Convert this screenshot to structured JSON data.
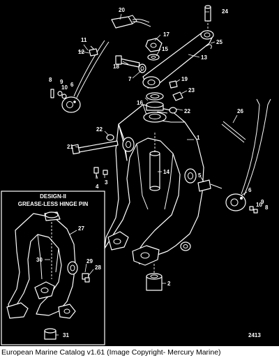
{
  "diagram": {
    "inset_title_line1": "DESIGN-II",
    "inset_title_line2": "GREASE-LESS HINGE PIN",
    "reference_number": "2413",
    "callouts": {
      "c1": "1",
      "c2": "2",
      "c3": "3",
      "c4": "4",
      "c5": "5",
      "c6a": "6",
      "c6b": "6",
      "c7": "7",
      "c8a": "8",
      "c8b": "8",
      "c9a": "9",
      "c9b": "9",
      "c10a": "10",
      "c10b": "10",
      "c11": "11",
      "c12": "12",
      "c13": "13",
      "c14": "14",
      "c15": "15",
      "c16": "16",
      "c17": "17",
      "c18": "18",
      "c19": "19",
      "c20": "20",
      "c21": "21",
      "c22a": "22",
      "c22b": "22",
      "c23": "23",
      "c24": "24",
      "c25": "25",
      "c26": "26",
      "c27": "27",
      "c28": "28",
      "c29": "29",
      "c30": "30",
      "c31": "31"
    }
  },
  "caption": "European Marine Catalog v1.61 (Image Copyright- Mercury Marine)"
}
